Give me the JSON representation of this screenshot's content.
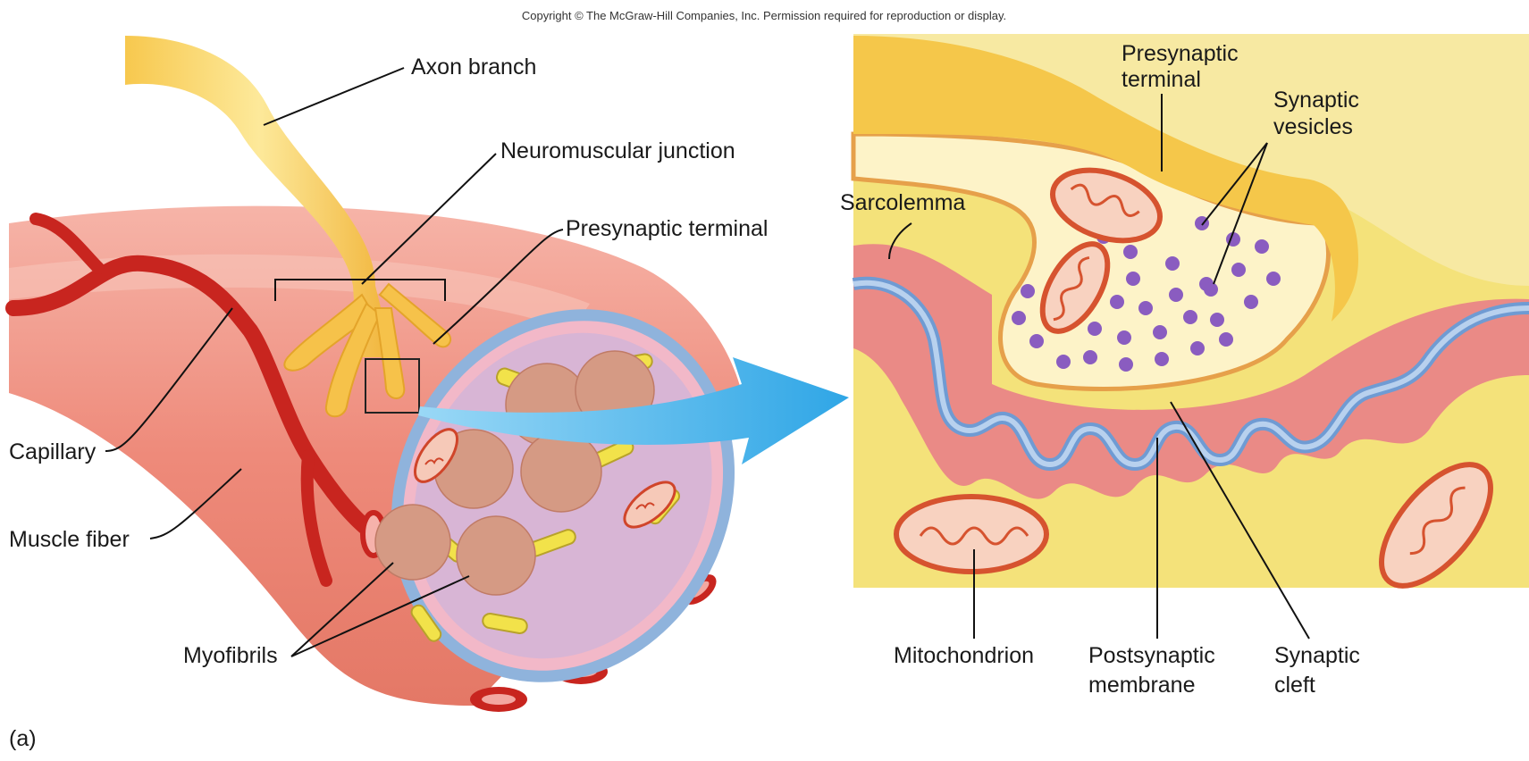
{
  "copyright": "Copyright © The McGraw-Hill Companies, Inc. Permission required for reproduction or display.",
  "panel_label": "(a)",
  "left_labels": {
    "axon_branch": "Axon branch",
    "neuromuscular_junction": "Neuromuscular junction",
    "presynaptic_terminal": "Presynaptic terminal",
    "capillary": "Capillary",
    "muscle_fiber": "Muscle fiber",
    "myofibrils": "Myofibrils"
  },
  "right_labels": {
    "presynaptic_terminal_line1": "Presynaptic",
    "presynaptic_terminal_line2": "terminal",
    "synaptic_vesicles_line1": "Synaptic",
    "synaptic_vesicles_line2": "vesicles",
    "sarcolemma": "Sarcolemma",
    "mitochondrion": "Mitochondrion",
    "postsynaptic_membrane_line1": "Postsynaptic",
    "postsynaptic_membrane_line2": "membrane",
    "synaptic_cleft_line1": "Synaptic",
    "synaptic_cleft_line2": "cleft"
  },
  "colors": {
    "muscle": "#ef8f80",
    "axon": "#f6c24a",
    "capillary": "#c8251f",
    "membrane": "#8fb3dc",
    "arrow": "#3aaee8",
    "cytoplasm": "#f4e27a",
    "vesicle": "#8a5cc0",
    "myofibril": "#d59a84"
  }
}
